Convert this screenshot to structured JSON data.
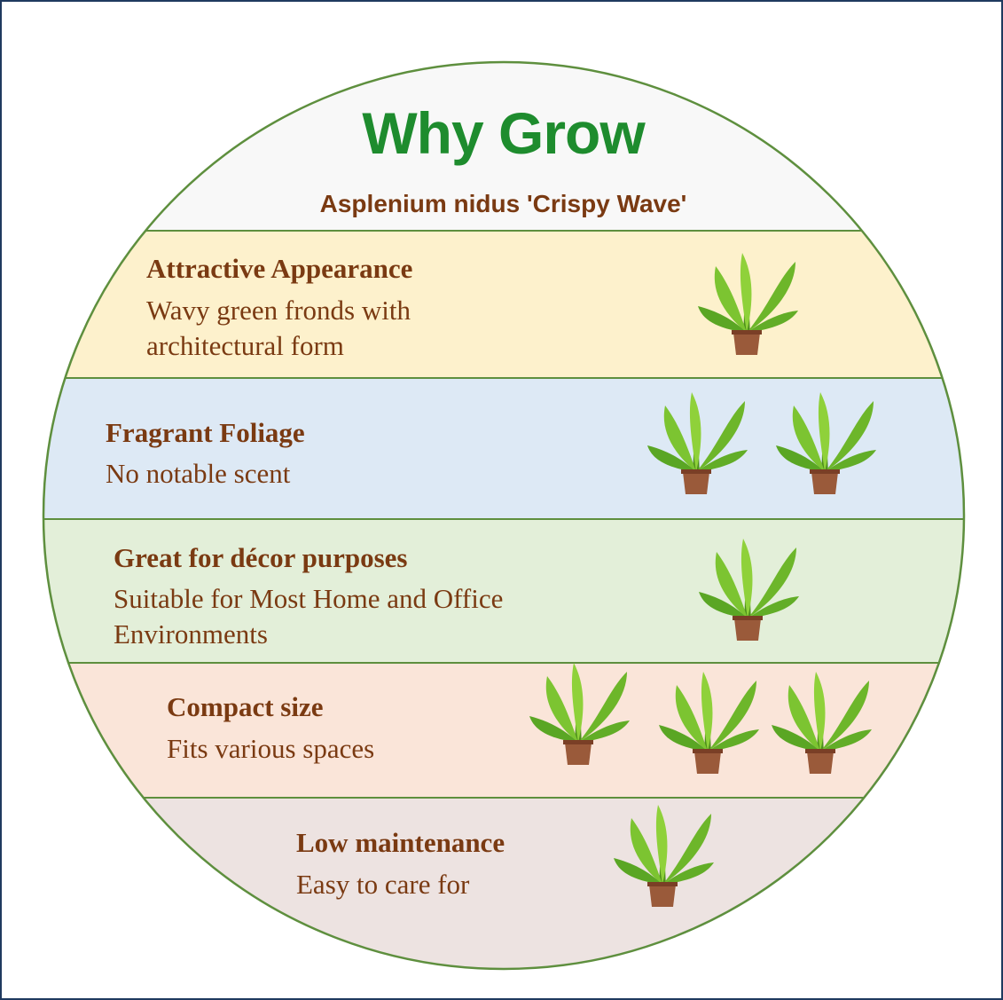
{
  "title": "Why Grow",
  "subtitle": "Asplenium nidus 'Crispy Wave'",
  "colors": {
    "title": "#1e8c2e",
    "text": "#7a3a12",
    "outline": "#5e8f3e",
    "frame": "#1f3a5f"
  },
  "sections": [
    {
      "heading": "Attractive Appearance",
      "lines": [
        "Wavy green fronds with",
        "architectural form"
      ],
      "color": "#fdf1cc",
      "icon": "potted-fern-icon"
    },
    {
      "heading": "Fragrant Foliage",
      "lines": [
        "No notable scent"
      ],
      "color": "#dde9f5",
      "icon": "potted-fern-icon"
    },
    {
      "heading": "Great for décor purposes",
      "lines": [
        "Suitable for Most Home and Office",
        "Environments"
      ],
      "color": "#e3efd9",
      "icon": "potted-fern-icon"
    },
    {
      "heading": "Compact size",
      "lines": [
        "Fits various spaces"
      ],
      "color": "#fae5d9",
      "icon": "potted-fern-icon"
    },
    {
      "heading": "Low maintenance",
      "lines": [
        "Easy to care for"
      ],
      "color": "#ede3e1",
      "icon": "potted-fern-icon"
    }
  ]
}
